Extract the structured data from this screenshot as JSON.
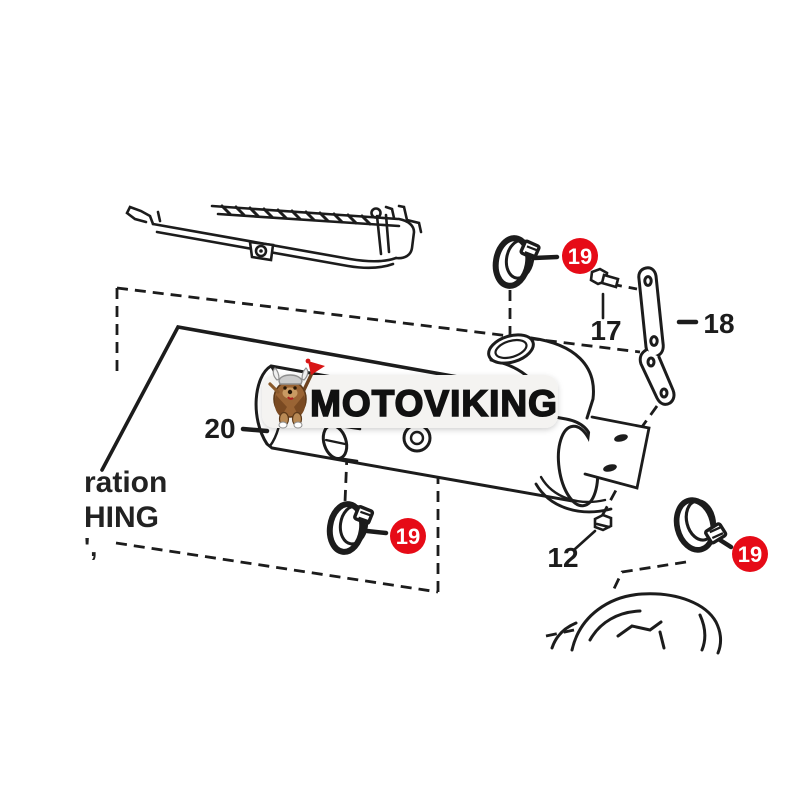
{
  "diagram": {
    "type": "exploded-parts-diagram",
    "subject": "muffler / exhaust assembly parts drawing",
    "background": "#ffffff",
    "line_color": "#1c1c1c",
    "watermark": {
      "brand_text": "MOTOVIKING",
      "mascot": "viking-dog-with-axe-icon",
      "box_color": "#f4f3f1"
    },
    "callout_circle": {
      "label": "19",
      "fill": "#e60b17",
      "text_color": "#ffffff",
      "count": 3,
      "part": "hose clamp"
    },
    "part_labels": {
      "bolt_top": "17",
      "bracket": "18",
      "muffler": "20",
      "bolt_bottom": "12"
    },
    "clipped_text": {
      "line1": "ration",
      "line2": "HING",
      "line3": "',"
    }
  }
}
